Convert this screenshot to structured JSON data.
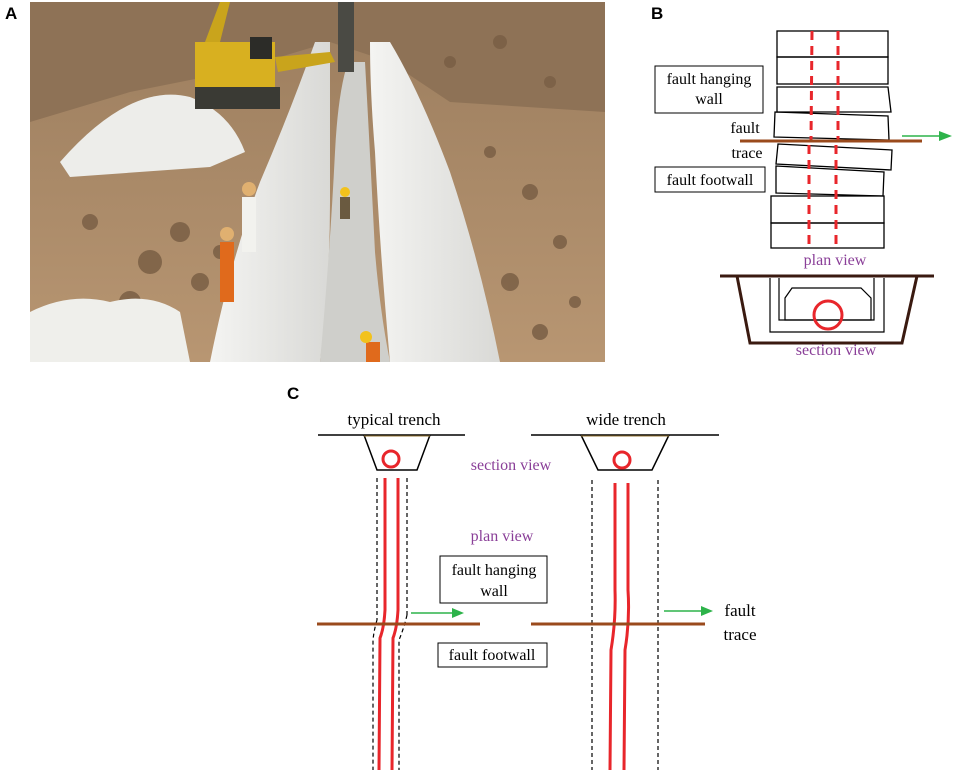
{
  "panels": {
    "a": "A",
    "b": "B",
    "c": "C"
  },
  "panel_b": {
    "hanging_wall_label": [
      "fault hanging",
      "wall"
    ],
    "fault_trace_label": [
      "fault",
      "trace"
    ],
    "footwall_label": "fault footwall",
    "plan_view_label": "plan view",
    "section_view_label": "section view"
  },
  "panel_c": {
    "typical_trench_title": "typical trench",
    "wide_trench_title": "wide trench",
    "section_view_label": "section view",
    "plan_view_label": "plan view",
    "hanging_wall_label": [
      "fault hanging",
      "wall"
    ],
    "footwall_label": "fault footwall",
    "fault_trace_label": [
      "fault",
      "trace"
    ]
  },
  "colors": {
    "pipe_red": "#e8262b",
    "fault_brown": "#9a4a1c",
    "arrow_green": "#2db34a",
    "label_purple": "#8a3f98",
    "section_outline": "#3a1a10"
  }
}
